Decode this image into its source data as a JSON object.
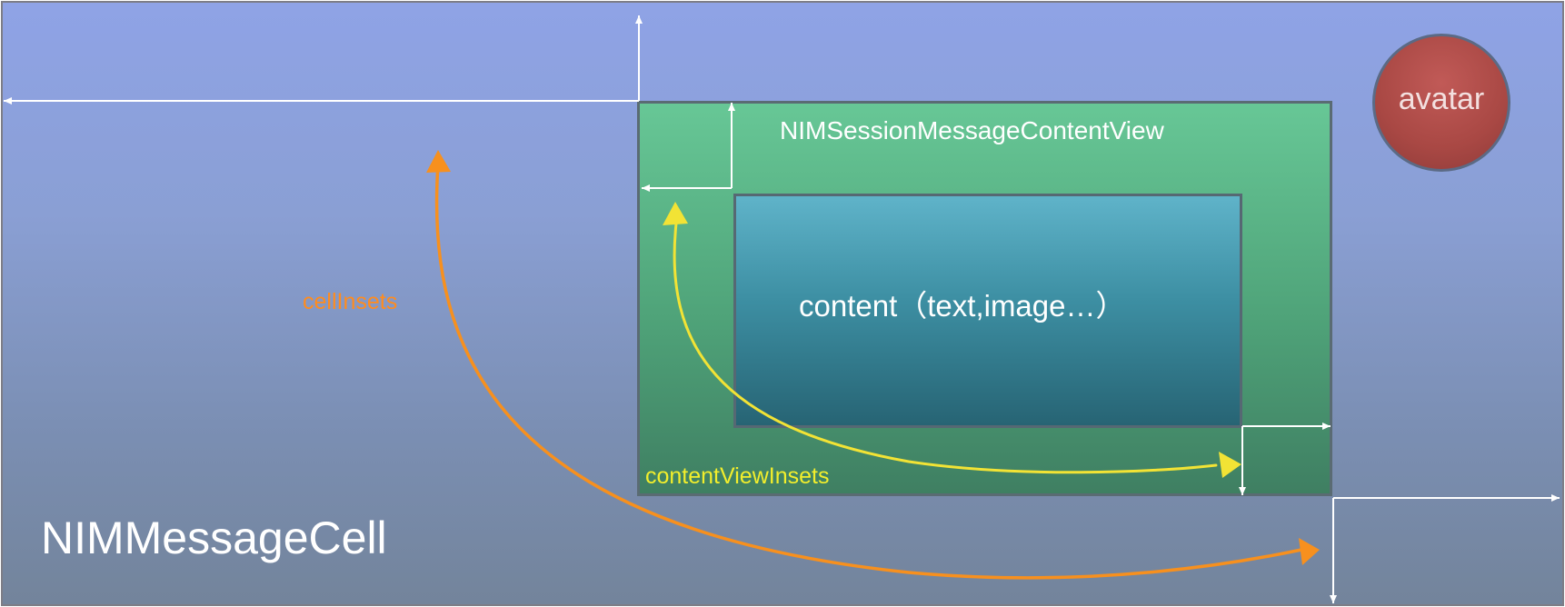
{
  "cell": {
    "label": "NIMMessageCell"
  },
  "content_view": {
    "label": "NIMSessionMessageContentView"
  },
  "content": {
    "label": "content（text,image…）"
  },
  "avatar": {
    "label": "avatar"
  },
  "insets": {
    "cell": "cellInsets",
    "content_view": "contentViewInsets"
  },
  "colors": {
    "cell_insets_arrow": "#f7901e",
    "content_view_insets_arrow": "#f2e335",
    "guide_lines": "#ffffff"
  }
}
